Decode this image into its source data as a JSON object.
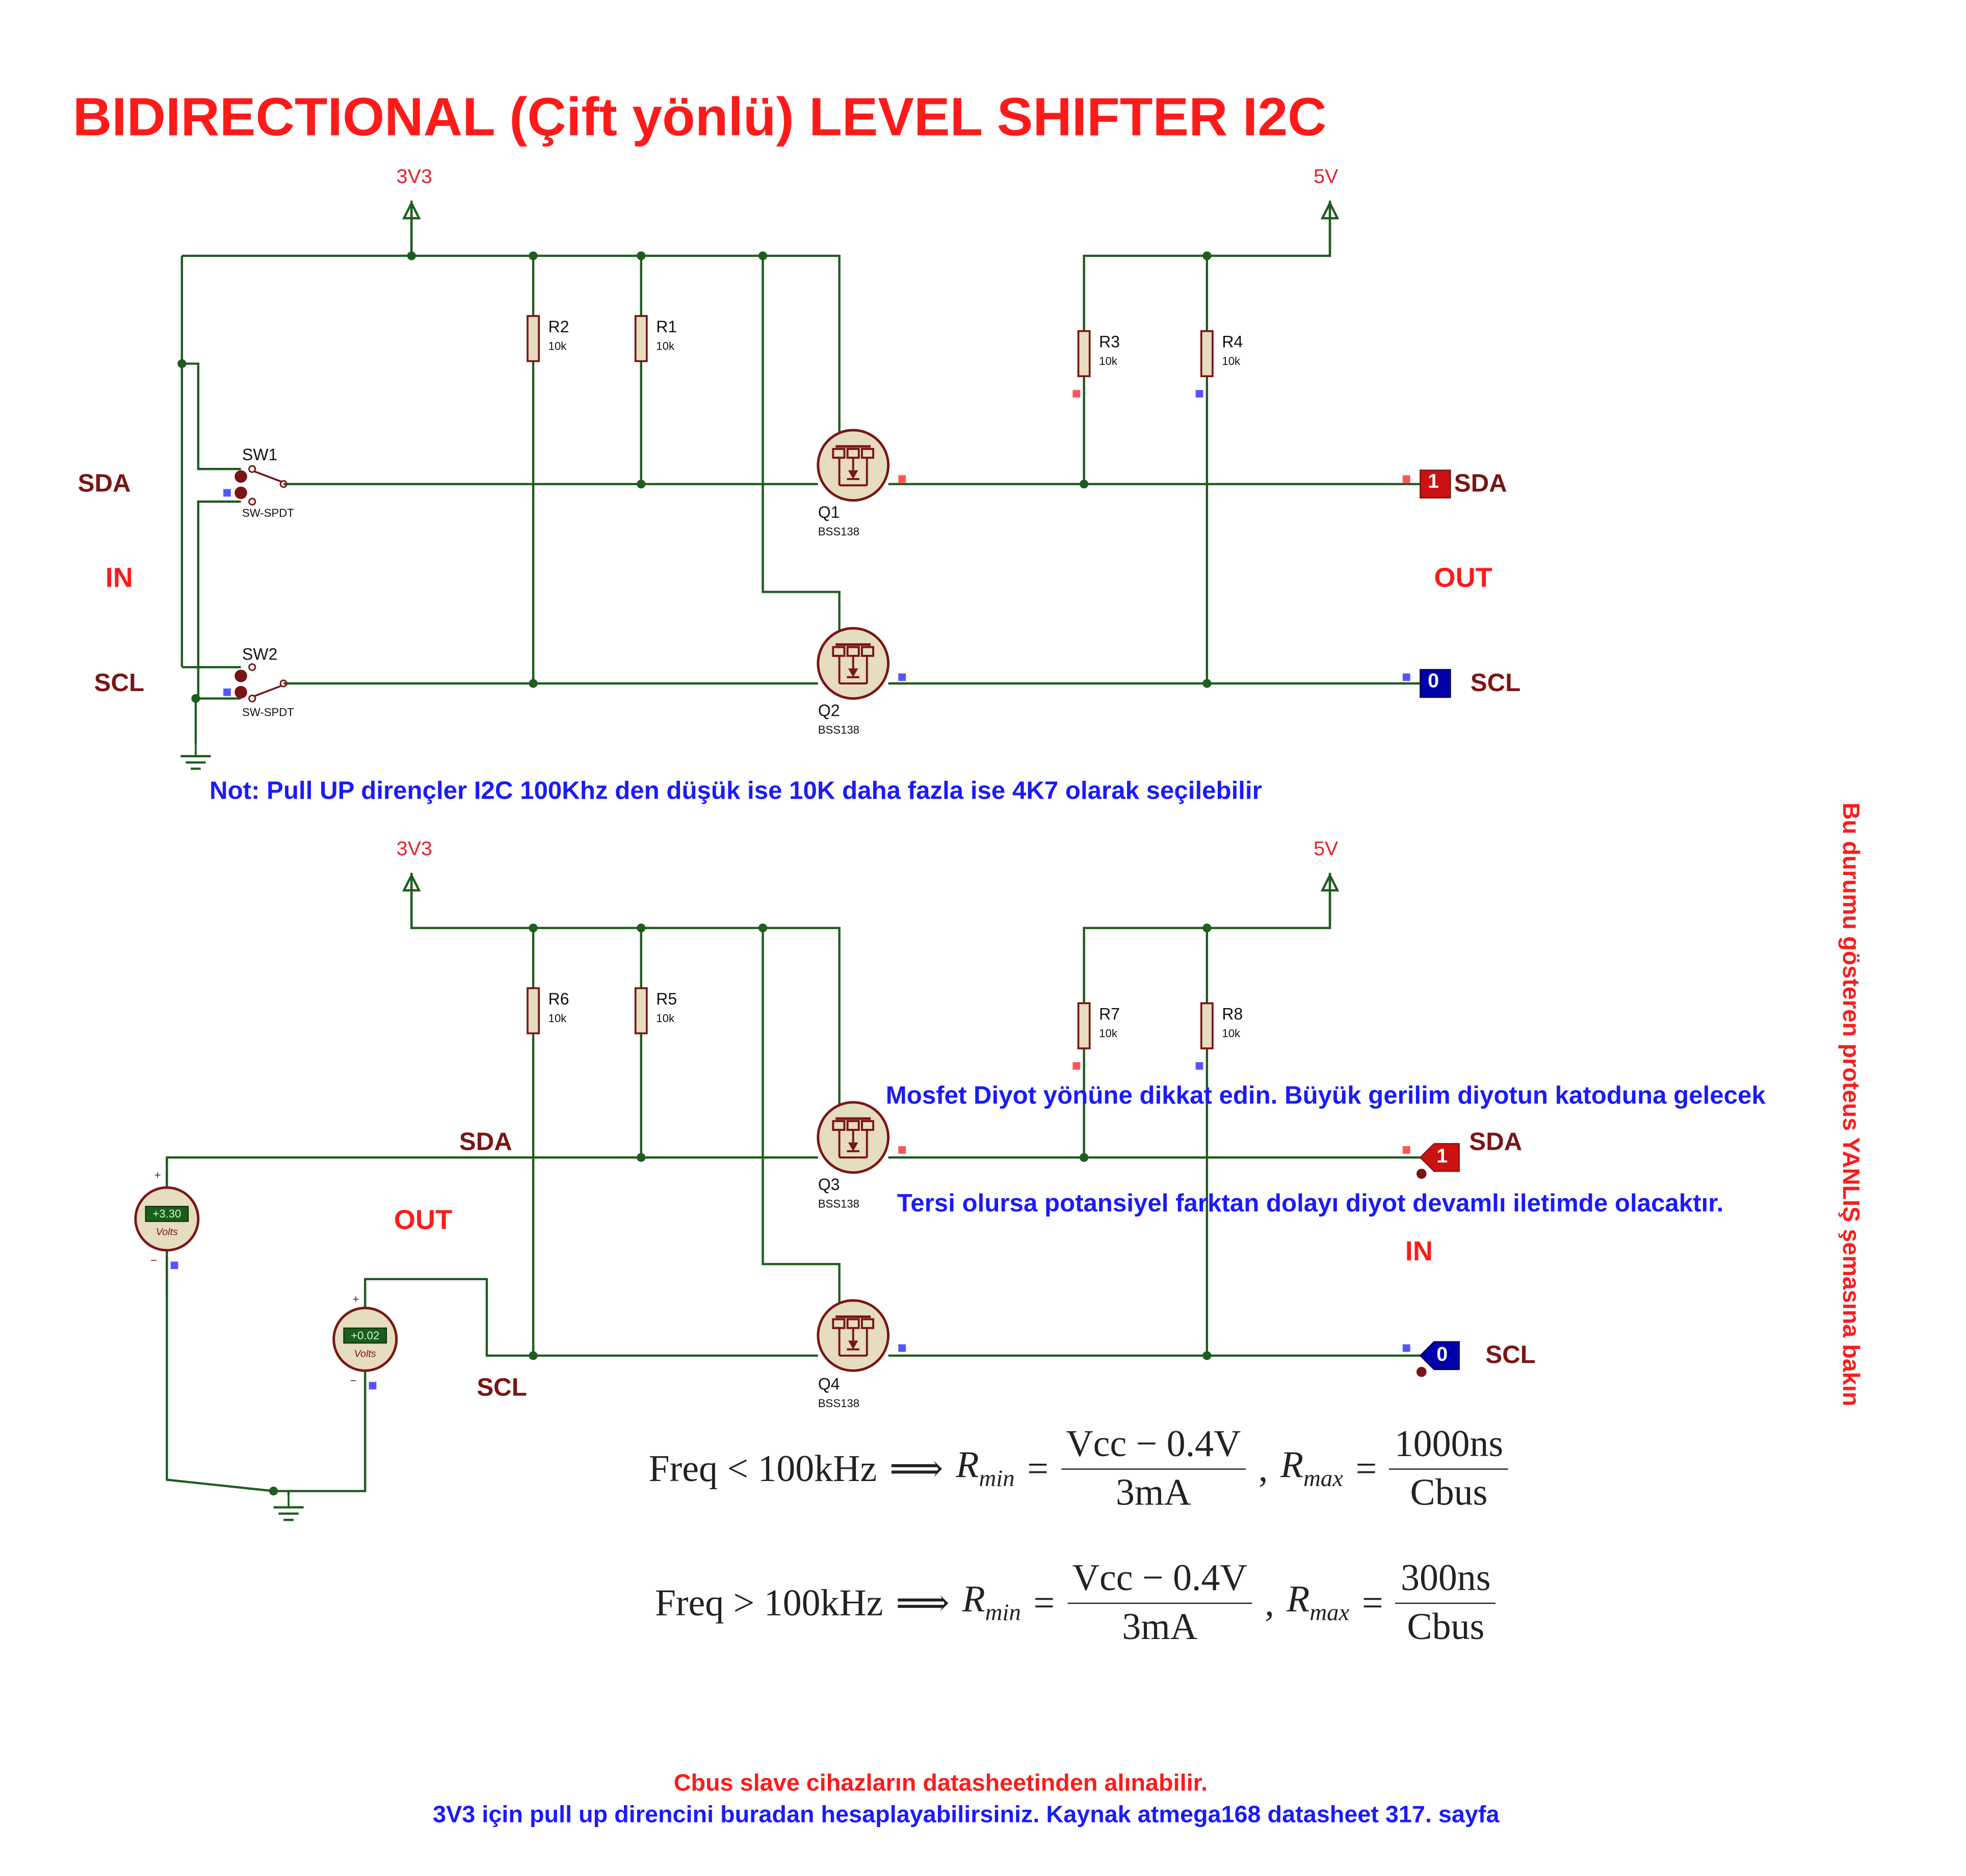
{
  "title": "BIDIRECTIONAL (Çift yönlü) LEVEL SHIFTER   I2C",
  "supplies": {
    "low": "3V3",
    "high": "5V"
  },
  "top_circuit": {
    "sda_label": "SDA",
    "scl_label": "SCL",
    "in_label": "IN",
    "out_label": "OUT",
    "switches": [
      {
        "ref": "SW1",
        "model": "SW-SPDT"
      },
      {
        "ref": "SW2",
        "model": "SW-SPDT"
      }
    ],
    "resistors": [
      {
        "ref": "R2",
        "value": "10k"
      },
      {
        "ref": "R1",
        "value": "10k"
      },
      {
        "ref": "R3",
        "value": "10k"
      },
      {
        "ref": "R4",
        "value": "10k"
      }
    ],
    "mosfets": [
      {
        "ref": "Q1",
        "model": "BSS138"
      },
      {
        "ref": "Q2",
        "model": "BSS138"
      }
    ],
    "probes": [
      {
        "state": "1",
        "label": "SDA",
        "color": "#cc0000"
      },
      {
        "state": "0",
        "label": "SCL",
        "color": "#0000aa"
      }
    ]
  },
  "note_pullup": "Not: Pull UP dirençler I2C 100Khz den düşük ise 10K daha fazla ise 4K7 olarak seçilebilir",
  "bottom_circuit": {
    "sda_label": "SDA",
    "scl_label": "SCL",
    "out_label": "OUT",
    "in_label": "IN",
    "resistors": [
      {
        "ref": "R6",
        "value": "10k"
      },
      {
        "ref": "R5",
        "value": "10k"
      },
      {
        "ref": "R7",
        "value": "10k"
      },
      {
        "ref": "R8",
        "value": "10k"
      }
    ],
    "mosfets": [
      {
        "ref": "Q3",
        "model": "BSS138"
      },
      {
        "ref": "Q4",
        "model": "BSS138"
      }
    ],
    "voltmeters": [
      {
        "reading": "+3.30",
        "unit": "Volts"
      },
      {
        "reading": "+0.02",
        "unit": "Volts"
      }
    ],
    "probes": [
      {
        "state": "1",
        "label": "SDA",
        "color": "#cc0000"
      },
      {
        "state": "0",
        "label": "SCL",
        "color": "#0000aa"
      }
    ]
  },
  "note_diode_1": "Mosfet Diyot yönüne dikkat edin. Büyük gerilim diyotun katoduna gelecek",
  "note_diode_2": "Tersi olursa potansiyel farktan dolayı diyot devamlı iletimde olacaktır.",
  "side_note": "Bu durumu gösteren proteus YANLIŞ şemasına bakın",
  "formulas": [
    {
      "condition": "Freq < 100kHz",
      "rmin_num": "Vcc − 0.4V",
      "rmin_den": "3mA",
      "rmax_num": "1000ns",
      "rmax_den": "Cbus"
    },
    {
      "condition": "Freq > 100kHz",
      "rmin_num": "Vcc − 0.4V",
      "rmin_den": "3mA",
      "rmax_num": "300ns",
      "rmax_den": "Cbus"
    }
  ],
  "footer_red": "Cbus slave cihazların datasheetinden alınabilir.",
  "footer_blue": "3V3 için pull up direncini buradan hesaplayabilirsiniz. Kaynak atmega168 datasheet 317. sayfa",
  "colors": {
    "wire": "#1f5c1f",
    "title": "#ff1a1a",
    "note": "#1a1aff",
    "label": "#7a1515",
    "component": "#7a1515",
    "resistor_fill": "#e6dcc0"
  }
}
